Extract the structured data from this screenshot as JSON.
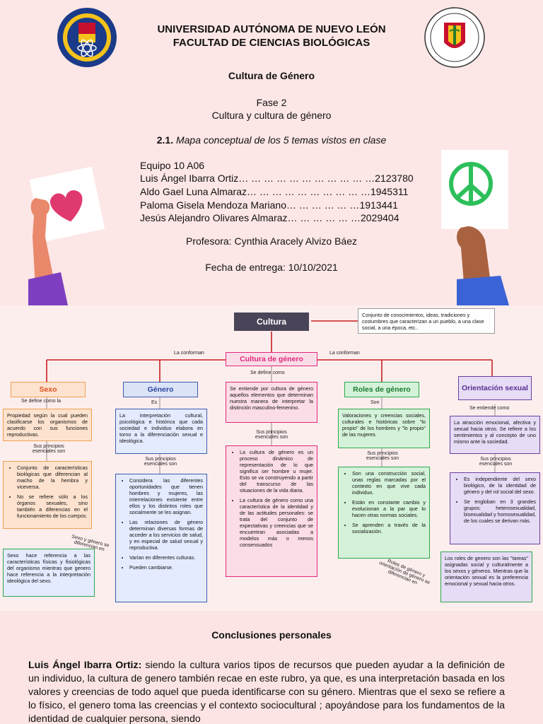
{
  "cover": {
    "university": "UNIVERSIDAD AUTÓNOMA DE NUEVO LEÓN",
    "faculty": "FACULTAD DE CIENCIAS BIOLÓGICAS",
    "course": "Cultura de Género",
    "phase": "Fase 2",
    "topic": "Cultura y cultura de género",
    "task_number": "2.1.",
    "task_title": "Mapa conceptual de los 5 temas vistos en clase",
    "team": "Equipo 10 A06",
    "members": [
      "Luis Ángel Ibarra Ortiz… … … … … … … … … … …2123780",
      "Aldo Gael Luna Almaraz… … … … … … … … … …1945311",
      "Paloma Gisela Mendoza Mariano… … … … … …1913441",
      "Jesús Alejandro Olivares Almaraz… … … … … …2029404"
    ],
    "professor": "Profesora: Cynthia Aracely Alvizo Báez",
    "due_date": "Fecha de entrega: 10/10/2021"
  },
  "map": {
    "cultura_title": "Cultura",
    "cultura_def": "Conjunto de conocimientos, ideas, tradiciones y costumbres que caracterizan a un pueblo, a una clase social, a una época, etc..",
    "la_conforman": "La conforman",
    "cg_title": "Cultura de género",
    "cg_se_define": "Se define como",
    "cg_def": "Se entiende por cultura de género aquellos elementos que determinan nuestra manera de interpretar la distinción masculino-femenino.",
    "cg_principios": "Sus principios esenciales son",
    "cg_points": [
      "La cultura de género es un proceso dinámico de representación de lo que significa ser hombre u mujer. Esto se va construyendo a partir del transcurso de las situaciones de la vida diaria.",
      "La cultura de género como una característica de la identidad y de las actitudes personales: se trata del conjunto de expectativas y creencias que se encuentran asociadas a modelos más o menos consensuados"
    ],
    "sexo_title": "Sexo",
    "sexo_se_define": "Se define como la",
    "sexo_def": "Propiedad según la cual pueden clasificarse los organismos de acuerdo con sus funciones reproductivas.",
    "sexo_principios": "Sus principios esenciales son",
    "sexo_points": [
      "Conjunto de características biológicas que diferencian al macho de la hembra y viceversa.",
      "No se refiere sólo a los órganos sexuales, sino también a diferencias en el funcionamiento de los cuerpos."
    ],
    "sexo_genero_link": "Sexo y género se diferencian en",
    "sexo_genero_diff": "Sexo hace referencia a las características físicas y fisiológicas del organismo mientras que genero hace referencia a la interpretación ideológica del sexo.",
    "genero_title": "Género",
    "genero_es": "Es",
    "genero_def": "La interpretación cultural, psicológica e histórica que cada sociedad e individuo elabora en torno a la diferenciación sexual e ideológica.",
    "genero_principios": "Sus principios esenciales son",
    "genero_points": [
      "Considera las diferentes oportunidades que tienen hombres y mujeres, las interrelaciones existente entre ellos y los distintos roles que socialmente se les asignan.",
      "Las relaciones de género determinan diversas formas de acceder a los servicios de salud, y en especial de salud sexual y reproductiva.",
      "Varían en diferentes culturas.",
      "Pueden cambiarse."
    ],
    "roles_title": "Roles de género",
    "roles_son": "Son",
    "roles_def": "Valoraciones y creencias sociales, culturales e históricas sobre \"lo propio\" de los hombres y \"lo propio\" de las mujeres.",
    "roles_principios": "Sus principios esenciales son",
    "roles_points": [
      "Son una construcción social, unas reglas marcadas por el contexto en que vive cada individuo.",
      "Están en constante cambio y evolucionan a la par que lo hacen otras normas sociales.",
      "Se aprenden a través de la socialización."
    ],
    "roles_orient_link": "Roles de género y orientación de género se diferencian en",
    "roles_orient_diff": "Los roles de genero son las \"tareas\" asignadas social y culturalmente a los sexos y géneros. Mientras que la orientación sexual es la preferencia emocional y sexual hacia otros.",
    "orient_title": "Orientación sexual",
    "orient_se_entiende": "Se entiende como",
    "orient_def": "La atracción emocional, afectiva y sexual hacia otros. Se refiere a los sentimientos y al concepto de uno mismo ante la sociedad.",
    "orient_principios": "Sus principios esenciales son",
    "orient_points": [
      "Es independiente del sexo biológico, de la identidad de género y del rol social del sexo.",
      "Se engloban en 3 grandes grupos: heterosexualidad, bisexualidad y homosexualidad, de los cuales se derivan más."
    ],
    "colors": {
      "cultura": "#4a4458",
      "cg_border": "#e0287a",
      "sexo_border": "#f0a050",
      "genero_border": "#3b5bb0",
      "roles_border": "#2ca84a",
      "orient_border": "#6a3fa0",
      "connector": "#c81e1e"
    }
  },
  "conclusions": {
    "title": "Conclusiones personales",
    "author": "Luis Ángel Ibarra Ortiz:",
    "text": " siendo la cultura varios tipos de recursos que pueden ayudar a la definición de un individuo, la cultura de genero también recae en este rubro, ya que, es una interpretación basada en los valores y creencias de todo aquel que pueda identificarse con su género. Mientras que el sexo se refiere a lo físico, el genero toma las creencias y el contexto sociocultural ; apoyándose para los fundamentos de la identidad de cualquier persona, siendo"
  }
}
